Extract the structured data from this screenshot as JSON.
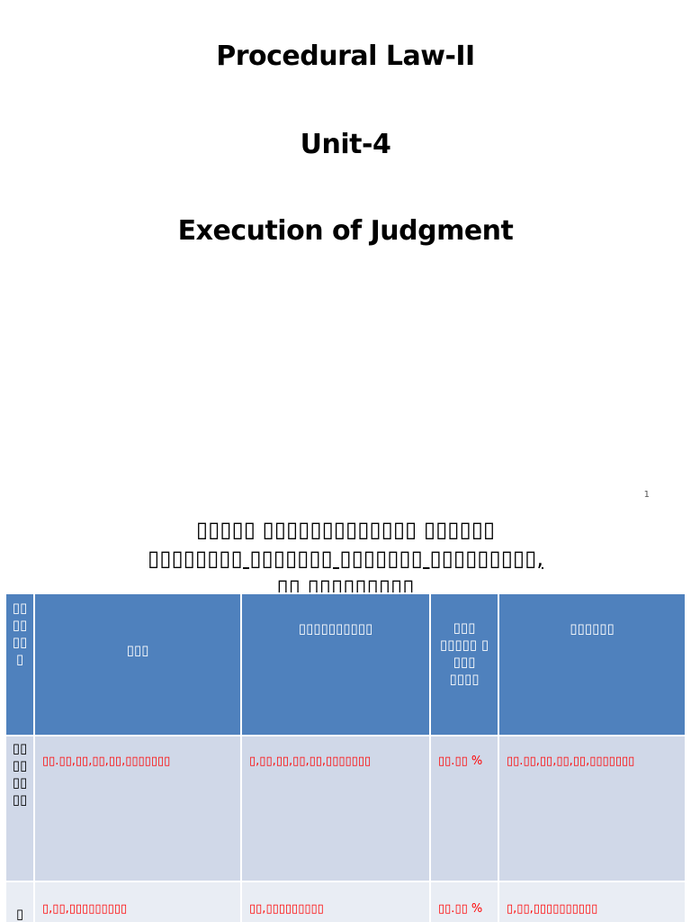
{
  "slide1": {
    "title_line1": "Procedural Law-II",
    "title_line2": "Unit-4",
    "title_line3": "Execution of Judgment",
    "page_number": "1"
  },
  "slide2": {
    "heading_line1": "▯▯▯▯▯ ▯▯▯▯▯▯▯▯▯▯▯▯▯ ▯▯▯▯▯▯",
    "heading_line2": "▯▯▯▯▯▯▯▯ ▯▯▯▯▯▯▯ ▯▯▯▯▯▯▯ ▯▯▯▯▯▯▯▯▯,",
    "heading_line3": "▯▯ ▯▯▯▯▯▯▯▯▯",
    "table": {
      "header": {
        "col0": "▯▯▯▯▯▯▯",
        "col1": "▯▯▯",
        "col2": "▯▯▯▯▯▯▯▯▯▯",
        "col3": "▯▯▯ ▯▯▯▯▯ ▯ ▯▯▯ ▯▯▯▯",
        "col4": "▯▯▯▯▯▯"
      },
      "rows": [
        {
          "label": "▯▯▯▯▯▯▯▯",
          "col1": "▯▯.▯▯,▯▯,▯▯,▯▯,▯▯▯▯▯▯▯",
          "col2": "▯,▯▯,▯▯,▯▯,▯▯,▯▯▯▯▯▯▯",
          "col3": "▯▯.▯▯ %",
          "col4": "▯▯.▯▯,▯▯,▯▯,▯▯,▯▯▯▯▯▯▯"
        },
        {
          "label": "▯",
          "col1": "▯,▯▯,▯▯▯▯▯▯▯▯▯",
          "col2": "▯▯,▯▯▯▯▯▯▯▯▯",
          "col3": "▯▯.▯▯ %",
          "col4": "▯,▯▯,▯▯▯▯▯▯▯▯▯▯"
        }
      ]
    }
  }
}
